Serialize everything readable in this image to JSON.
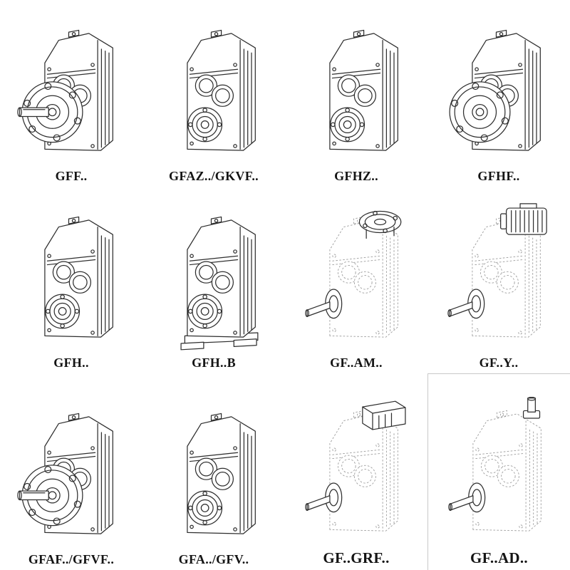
{
  "page": {
    "background": "#ffffff",
    "line_color": "#2e2e2e",
    "phantom_line_color": "#9c9c9c"
  },
  "cells": [
    {
      "label": "GFF..",
      "drawing": "flange-mounted-gear-unit-with-solid-shaft"
    },
    {
      "label": "GFAZ../GKVF..",
      "drawing": "shaft-mounted-gear-unit-hollow-shaft"
    },
    {
      "label": "GFHZ..",
      "drawing": "shaft-mounted-gear-unit-hollow-shaft"
    },
    {
      "label": "GFHF..",
      "drawing": "flange-mounted-gear-unit-hollow-shaft"
    },
    {
      "label": "GFH..",
      "drawing": "foot-mounted-gear-unit-hollow-shaft"
    },
    {
      "label": "GFH..B",
      "drawing": "foot-mounted-gear-unit-with-base-plate"
    },
    {
      "label": "GF..AM..",
      "drawing": "phantom-gear-unit-with-input-flange-adapter"
    },
    {
      "label": "GF..Y..",
      "drawing": "phantom-gear-unit-with-mounted-motor"
    },
    {
      "label": "GFAF../GFVF..",
      "drawing": "flange-mounted-gear-unit-with-solid-shaft"
    },
    {
      "label": "GFA../GFV..",
      "drawing": "shaft-mounted-gear-unit-hollow-shaft"
    },
    {
      "label": "GF..GRF..",
      "drawing": "phantom-gear-unit-with-adapter-box"
    },
    {
      "label": "GF..AD..",
      "drawing": "phantom-gear-unit-with-input-shaft-adapter"
    }
  ]
}
